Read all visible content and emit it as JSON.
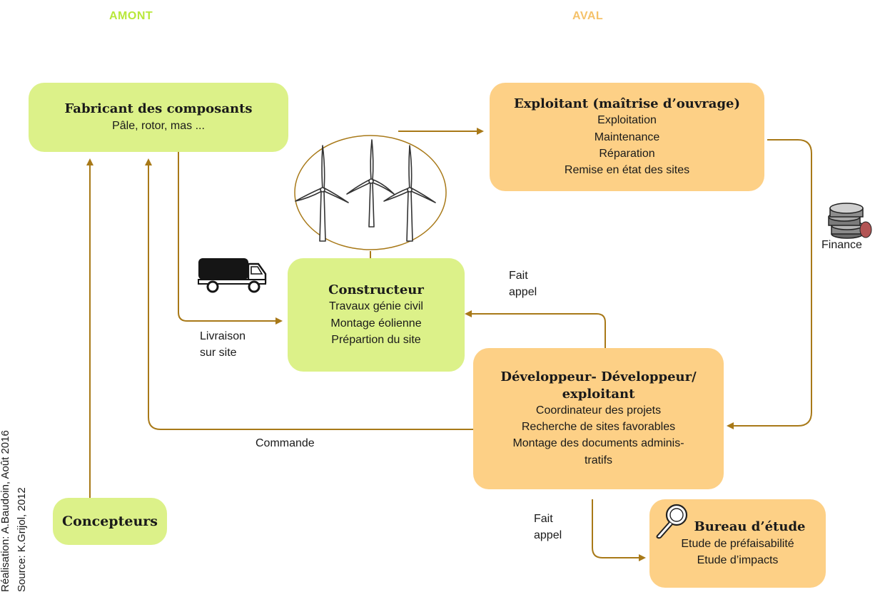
{
  "headers": {
    "upstream": "AMONT",
    "downstream": "AVAL"
  },
  "colors": {
    "upstream": "#b8e83a",
    "downstream": "#f5c26a",
    "arrow": "#a87918",
    "green_box": "#dcf189",
    "orange_box": "#fdd086"
  },
  "fabricant": {
    "title": "Fabricant des composants",
    "lines": [
      "Pâle, rotor, mas ..."
    ]
  },
  "exploitant": {
    "title": "Exploitant (maîtrise d’ouvrage)",
    "lines": [
      "Exploitation",
      "Maintenance",
      "Réparation",
      "Remise en état des sites"
    ]
  },
  "constructeur": {
    "title": "Constructeur",
    "lines": [
      "Travaux génie civil",
      "Montage éolienne",
      "Prépartion du site"
    ]
  },
  "developpeur": {
    "title_line1": "Développeur- Développeur/",
    "title_line2": "exploitant",
    "lines": [
      "Coordinateur des projets",
      "Recherche de sites favorables",
      "Montage des documents adminis-",
      "tratifs"
    ]
  },
  "concepteurs": {
    "title": "Concepteurs"
  },
  "bureau": {
    "title": "Bureau d’étude",
    "lines": [
      "Etude de préfaisabilité",
      "Etude d’impacts"
    ]
  },
  "labels": {
    "livraison": [
      "Livraison",
      "sur site"
    ],
    "fait_appel_top": [
      "Fait",
      "appel"
    ],
    "fait_appel_bottom": [
      "Fait",
      "appel"
    ],
    "finance": "Finance",
    "commande": "Commande"
  },
  "credits": {
    "realisation": "Réalisation: A.Baudoin, Août 2016",
    "source": "Source: K.Grijol, 2012"
  },
  "icons": [
    "wind-turbines-icon",
    "truck-icon",
    "coins-icon",
    "magnifier-icon"
  ]
}
